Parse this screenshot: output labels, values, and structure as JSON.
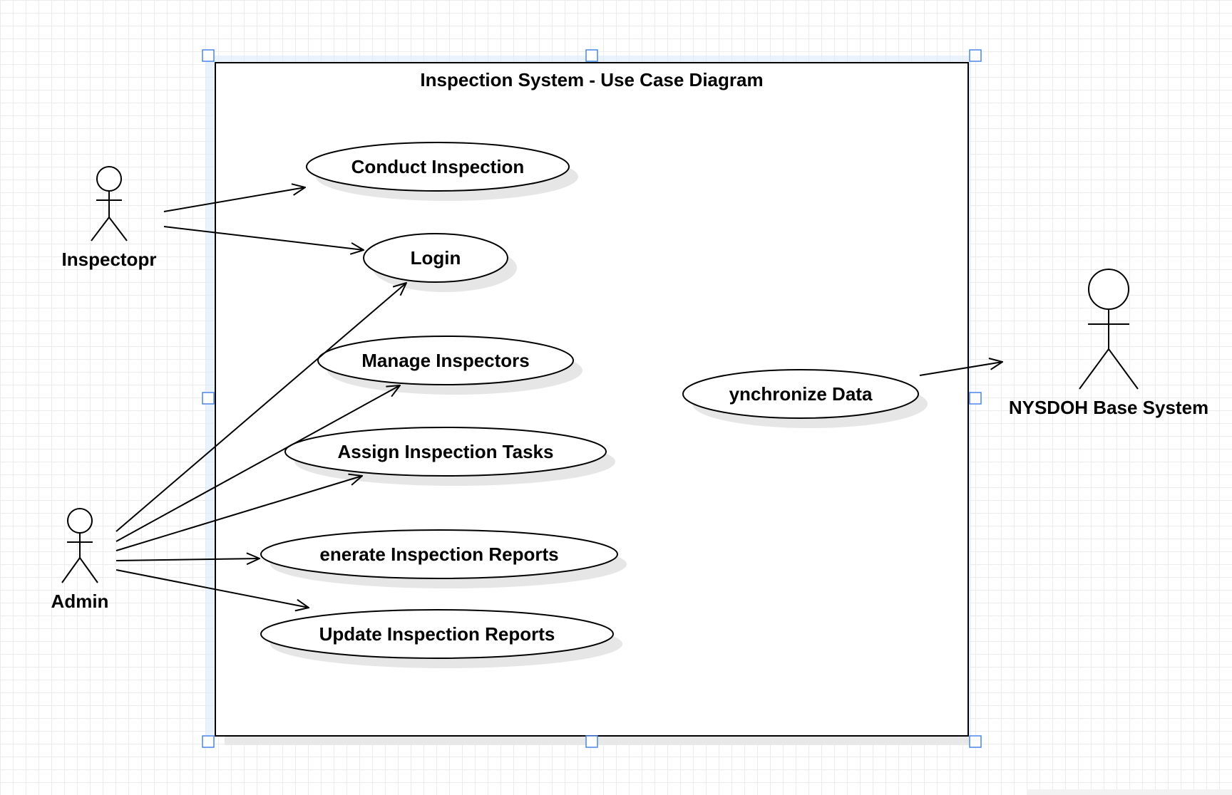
{
  "system": {
    "title": "Inspection System - Use Case Diagram"
  },
  "actors": {
    "inspector": "Inspectopr",
    "admin": "Admin",
    "external": "NYSDOH Base System"
  },
  "use_cases": {
    "conduct_inspection": "Conduct Inspection",
    "login": "Login",
    "manage_inspectors": "Manage Inspectors",
    "assign_tasks": "Assign Inspection Tasks",
    "generate_reports": "enerate Inspection Reports",
    "update_reports": "Update Inspection Reports",
    "synchronize_data": "ynchronize Data"
  },
  "relations": [
    {
      "from": "Inspectopr",
      "to": "Conduct Inspection"
    },
    {
      "from": "Inspectopr",
      "to": "Login"
    },
    {
      "from": "Admin",
      "to": "Login"
    },
    {
      "from": "Admin",
      "to": "Manage Inspectors"
    },
    {
      "from": "Admin",
      "to": "Assign Inspection Tasks"
    },
    {
      "from": "Admin",
      "to": "enerate Inspection Reports"
    },
    {
      "from": "Admin",
      "to": "Update Inspection Reports"
    },
    {
      "from": "ynchronize Data",
      "to": "NYSDOH Base System"
    }
  ],
  "colors": {
    "selection": "#4a86e8",
    "grid": "#ececec",
    "shadow": "#e6e6e6"
  }
}
